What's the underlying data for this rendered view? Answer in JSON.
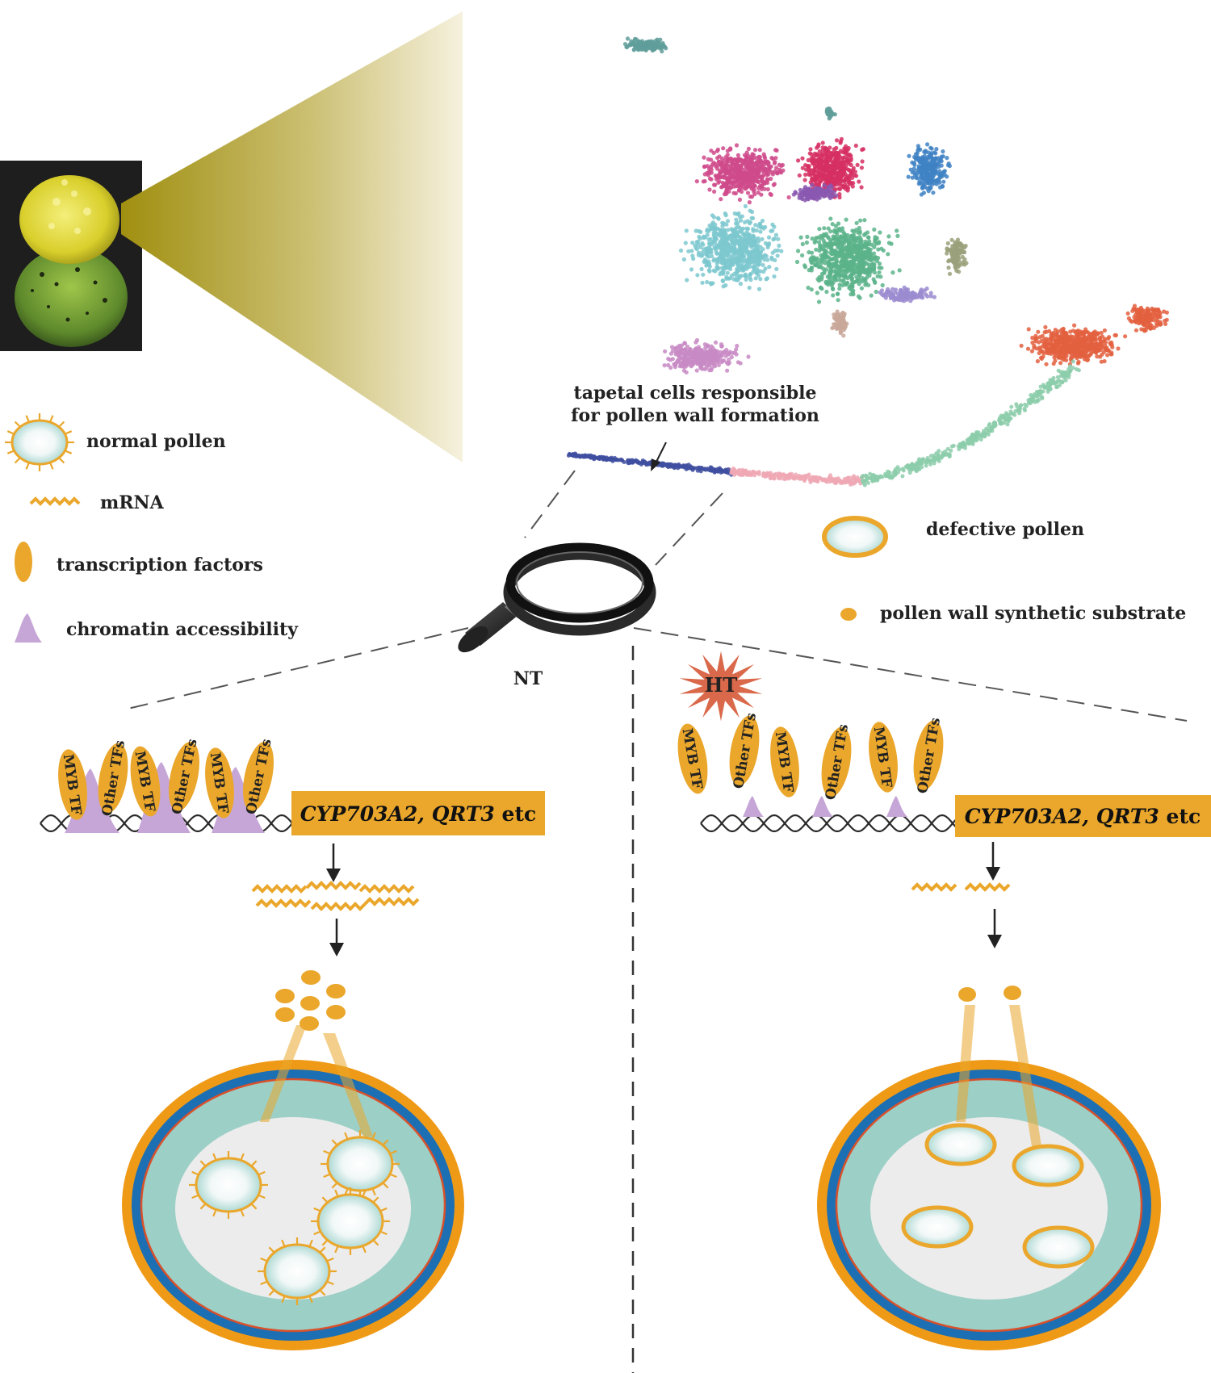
{
  "annotation": {
    "tapetal_line1": "tapetal cells responsible",
    "tapetal_line2": "for pollen wall formation"
  },
  "legend": {
    "normal_pollen": "normal pollen",
    "mrna": "mRNA",
    "transcription_factors": "transcription factors",
    "chromatin_accessibility": "chromatin accessibility",
    "defective_pollen": "defective pollen",
    "pollen_wall_substrate": "pollen wall synthetic substrate"
  },
  "conditions": {
    "nt": "NT",
    "ht": "HT"
  },
  "tf_labels": {
    "myb": "MYB TF",
    "other": "Other TFs"
  },
  "genes": {
    "prefix": "CYP703A2, QRT3",
    "suffix": " etc"
  },
  "colors": {
    "gold": "#eaa72c",
    "dark": "#2b2b2b",
    "tapetum_blue": "#4a5aa8",
    "ht_star": "#d9694a",
    "anther_orange": "#ef9a16",
    "anther_blue": "#1d6fb3",
    "anther_teal": "#9ccfc6",
    "locule": "#ececec"
  },
  "clusters": [
    {
      "name": "teal",
      "color": "#5f9e9a"
    },
    {
      "name": "magenta",
      "color": "#cf4a8b"
    },
    {
      "name": "crimson",
      "color": "#d62f63"
    },
    {
      "name": "blue",
      "color": "#3f82c4"
    },
    {
      "name": "cyan",
      "color": "#7cc8cf"
    },
    {
      "name": "violet",
      "color": "#8a58b0"
    },
    {
      "name": "green",
      "color": "#5bb38a"
    },
    {
      "name": "lilac",
      "color": "#c88ac4"
    },
    {
      "name": "olive",
      "color": "#9aa07a"
    },
    {
      "name": "purple",
      "color": "#9b8bd0"
    },
    {
      "name": "tan",
      "color": "#c9a89a"
    },
    {
      "name": "orange-red",
      "color": "#e3603f"
    },
    {
      "name": "mint",
      "color": "#8ccdaa"
    },
    {
      "name": "pink",
      "color": "#efa8b4"
    },
    {
      "name": "navy",
      "color": "#3f4fa0"
    }
  ]
}
